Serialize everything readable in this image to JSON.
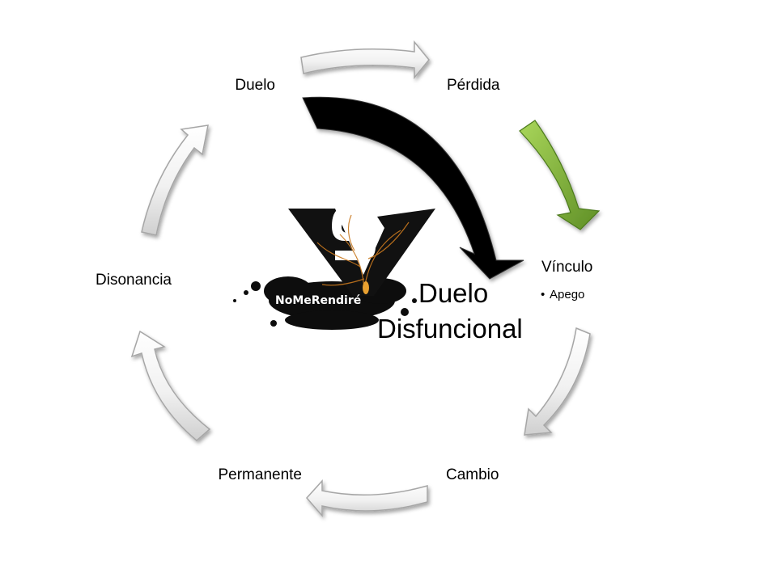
{
  "diagram": {
    "nodes": {
      "duelo": "Duelo",
      "perdida": "Pérdida",
      "vinculo": "Vínculo",
      "cambio": "Cambio",
      "permanente": "Permanente",
      "disonancia": "Disonancia"
    },
    "sub_bullets": {
      "vinculo": [
        "Apego"
      ]
    },
    "center_title_lines": [
      "Duelo",
      "Disfuncional"
    ],
    "logo": {
      "text": "NoMeRendiré",
      "icon": "sv-ink-splash-logo"
    },
    "colors": {
      "cycle_arrow": "#f2f2f2",
      "highlight_arrow": "#8ec641",
      "shortcut_arrow": "#000000",
      "logo_amber": "#c8781e"
    }
  }
}
